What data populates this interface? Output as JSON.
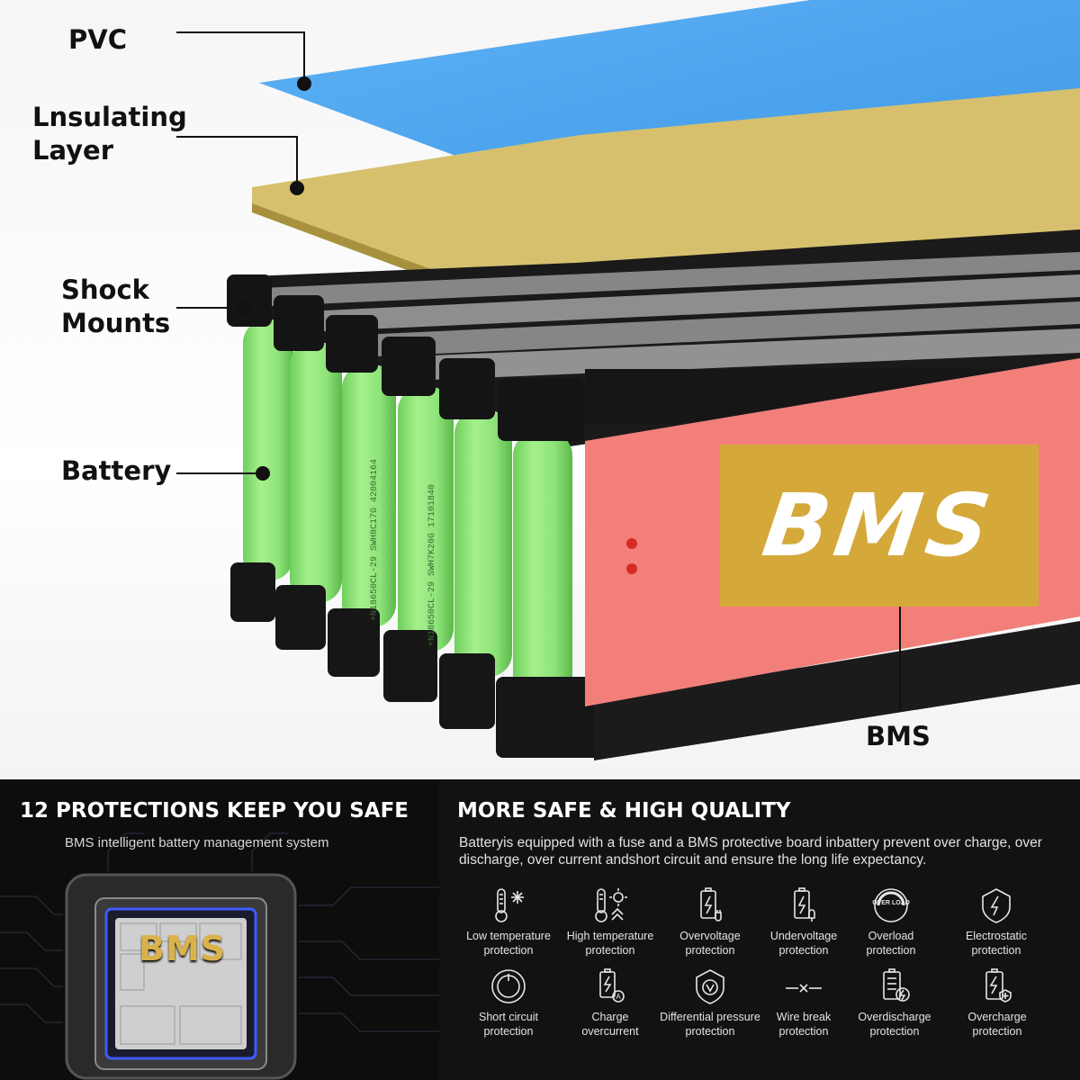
{
  "labels": {
    "pvc": "PVC",
    "insulating_1": "Lnsulating",
    "insulating_2": "Layer",
    "shock_1": "Shock",
    "shock_2": "Mounts",
    "battery": "Battery",
    "bms": "BMS",
    "bms_plate": "BMS"
  },
  "cell_print": {
    "a": "+N18650CL-29 SWH8C17G 42004164",
    "b": "+N18650CL-29 SWH7K20G 17101840"
  },
  "colors": {
    "pvc": "#57aaf0",
    "insulating": "#cfb863",
    "cells": "#8ee37a",
    "holder": "#151515",
    "bms_board": "#f07d78",
    "bms_plate": "#d4a93a"
  },
  "left_panel": {
    "title": "12 PROTECTIONS KEEP YOU SAFE",
    "subtitle": "BMS intelligent battery management system",
    "chip_label": "BMS"
  },
  "right_panel": {
    "title": "MORE SAFE & HIGH QUALITY",
    "description": "Batteryis equipped with a fuse and a BMS protective board inbattery prevent over charge, over discharge, over current andshort circuit and ensure the long life expectancy."
  },
  "protections": [
    {
      "icon": "thermometer-snowflake-icon",
      "line1": "Low temperature",
      "line2": "protection"
    },
    {
      "icon": "thermometer-sun-icon",
      "line1": "High temperature",
      "line2": "protection"
    },
    {
      "icon": "battery-bolt-plug-icon",
      "line1": "Overvoltage",
      "line2": "protection"
    },
    {
      "icon": "battery-bolt-unplug-icon",
      "line1": "Undervoltage",
      "line2": "protection"
    },
    {
      "icon": "overload-gauge-icon",
      "line1": "Overload",
      "line2": "protection",
      "badge": "OVER LOAD"
    },
    {
      "icon": "shield-bolt-icon",
      "line1": "Electrostatic",
      "line2": "protection"
    },
    {
      "icon": "power-circle-icon",
      "line1": "Short circuit",
      "line2": "protection"
    },
    {
      "icon": "battery-ampere-icon",
      "line1": "Charge",
      "line2": "overcurrent"
    },
    {
      "icon": "shield-v-icon",
      "line1": "Differential pressure",
      "line2": "protection"
    },
    {
      "icon": "wire-break-icon",
      "line1": "Wire break",
      "line2": "protection"
    },
    {
      "icon": "battery-discharge-icon",
      "line1": "Overdischarge",
      "line2": "protection"
    },
    {
      "icon": "battery-shield-icon",
      "line1": "Overcharge",
      "line2": "protection"
    }
  ]
}
